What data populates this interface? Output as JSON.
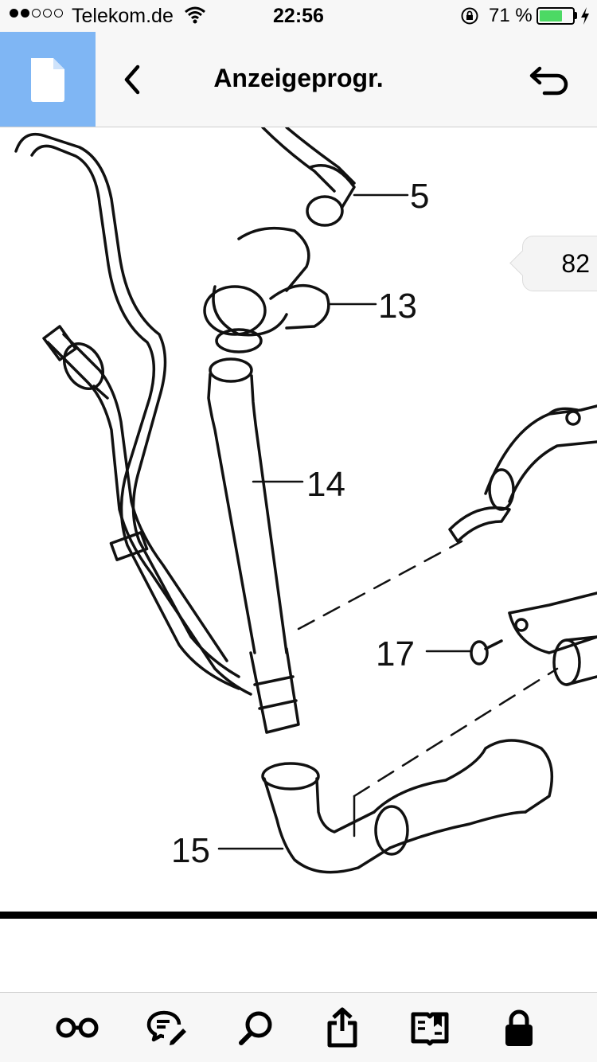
{
  "status": {
    "carrier": "Telekom.de",
    "time": "22:56",
    "battery_percent": "71 %",
    "battery_level": 0.71,
    "signal_bars_filled": 2,
    "signal_bars_total": 5
  },
  "nav": {
    "title": "Anzeigeprogr."
  },
  "diagram": {
    "callouts": [
      "5",
      "13",
      "14",
      "17",
      "15"
    ]
  },
  "page_tab": {
    "number": "82"
  },
  "colors": {
    "accent": "#7fb6f4",
    "battery": "#4cd964"
  },
  "toolbar": {
    "icons": [
      "glasses-icon",
      "comment-edit-icon",
      "search-icon",
      "share-icon",
      "book-icon",
      "lock-icon"
    ]
  }
}
